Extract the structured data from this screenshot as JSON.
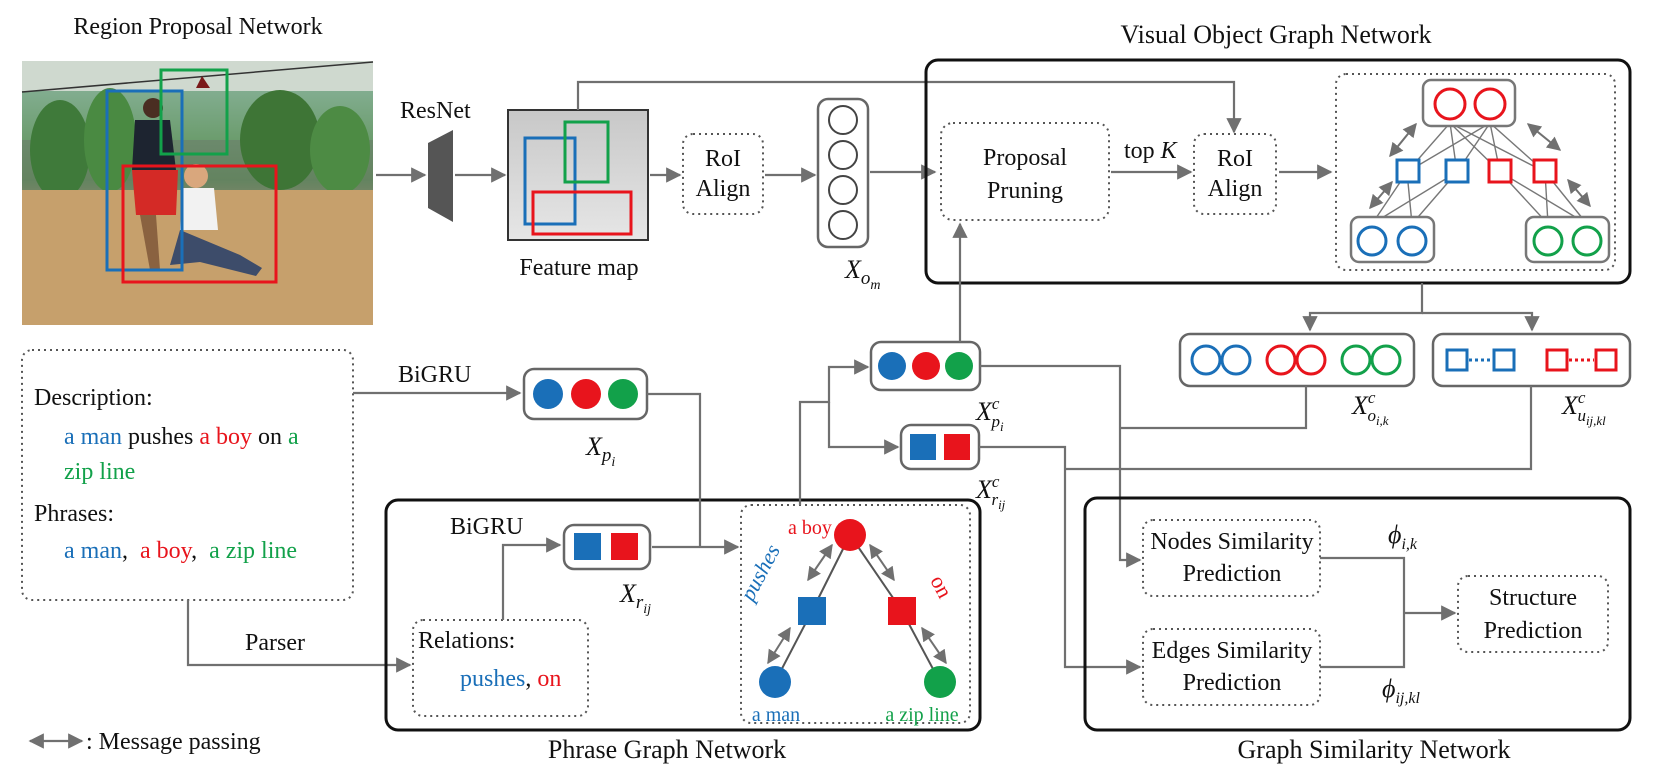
{
  "titles": {
    "rpn": "Region Proposal Network",
    "vogn": "Visual Object Graph Network",
    "pgn": "Phrase Graph Network",
    "gsn": "Graph Similarity Network"
  },
  "labels": {
    "resnet": "ResNet",
    "feature_map": "Feature map",
    "roi_align_1": [
      "RoI",
      "Align"
    ],
    "roi_align_2": [
      "RoI",
      "Align"
    ],
    "proposal_pruning": [
      "Proposal",
      "Pruning"
    ],
    "topk": "top ",
    "topk_var": "K",
    "bigru_1": "BiGRU",
    "bigru_2": "BiGRU",
    "parser": "Parser",
    "nodes_sim": [
      "Nodes Similarity",
      "Prediction"
    ],
    "edges_sim": [
      "Edges Similarity",
      "Prediction"
    ],
    "structure": [
      "Structure",
      "Prediction"
    ],
    "legend": ": Message passing"
  },
  "math": {
    "x_om": {
      "base": "X",
      "sub": "o",
      "subsub": "m"
    },
    "x_pi": {
      "base": "X",
      "sub": "p",
      "subsub": "i"
    },
    "x_rij": {
      "base": "X",
      "sub": "r",
      "subsub": "ij"
    },
    "x_pic": {
      "base": "X",
      "sup": "c",
      "sub": "p",
      "subsub": "i"
    },
    "x_rijc": {
      "base": "X",
      "sup": "c",
      "sub": "r",
      "subsub": "ij"
    },
    "x_oik": {
      "base": "X",
      "sup": "c",
      "sub": "o",
      "subsub": "i,k"
    },
    "x_uijkl": {
      "base": "X",
      "sup": "c",
      "sub": "u",
      "subsub": "ij,kl"
    },
    "phi_ik": {
      "base": "ϕ",
      "sub": "i,k"
    },
    "phi_ijkl": {
      "base": "ϕ",
      "sub": "ij,kl"
    }
  },
  "description": {
    "heading": "Description:",
    "line1": [
      {
        "text": "a man",
        "color": "blue"
      },
      {
        "text": " pushes ",
        "color": "black"
      },
      {
        "text": "a boy",
        "color": "red"
      },
      {
        "text": " on ",
        "color": "black"
      },
      {
        "text": "a",
        "color": "green"
      }
    ],
    "line2": [
      {
        "text": "zip line",
        "color": "green"
      }
    ],
    "phrases_heading": "Phrases:",
    "phrases": [
      {
        "text": "a man",
        "color": "blue"
      },
      {
        "text": ",  ",
        "color": "black"
      },
      {
        "text": "a boy",
        "color": "red"
      },
      {
        "text": ",  ",
        "color": "black"
      },
      {
        "text": "a zip line",
        "color": "green"
      }
    ]
  },
  "relations": {
    "heading": "Relations:",
    "items": [
      {
        "text": "pushes",
        "color": "blue"
      },
      {
        "text": ", ",
        "color": "black"
      },
      {
        "text": "on",
        "color": "red"
      }
    ]
  },
  "phrase_graph": {
    "top_node": "a boy",
    "left_node": "a man",
    "right_node": "a zip line",
    "left_edge": "pushes",
    "right_edge": "on"
  },
  "colors": {
    "blue": "#1a6fb8",
    "red": "#e8141c",
    "green": "#12a14a",
    "black": "#111111",
    "arrow": "#707070",
    "box_border": "#666666"
  }
}
